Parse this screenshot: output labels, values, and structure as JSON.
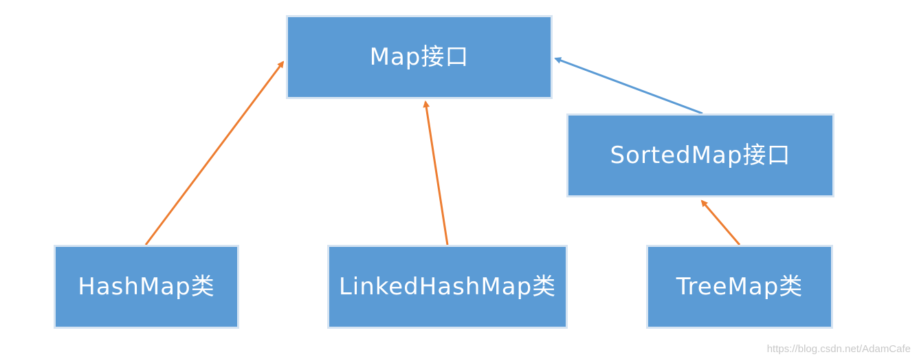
{
  "nodes": {
    "map_interface": "Map接口",
    "sorted_map_interface": "SortedMap接口",
    "hash_map_class": "HashMap类",
    "linked_hash_map_class": "LinkedHashMap类",
    "tree_map_class": "TreeMap类"
  },
  "edges": [
    {
      "from": "hash_map_class",
      "to": "map_interface",
      "color": "#ed7d31"
    },
    {
      "from": "linked_hash_map_class",
      "to": "map_interface",
      "color": "#ed7d31"
    },
    {
      "from": "sorted_map_interface",
      "to": "map_interface",
      "color": "#5b9bd5"
    },
    {
      "from": "tree_map_class",
      "to": "sorted_map_interface",
      "color": "#ed7d31"
    }
  ],
  "colors": {
    "box_fill": "#5b9bd5",
    "box_border": "#d6e4f2",
    "arrow_orange": "#ed7d31",
    "arrow_blue": "#5b9bd5"
  },
  "watermark": "https://blog.csdn.net/AdamCafe"
}
